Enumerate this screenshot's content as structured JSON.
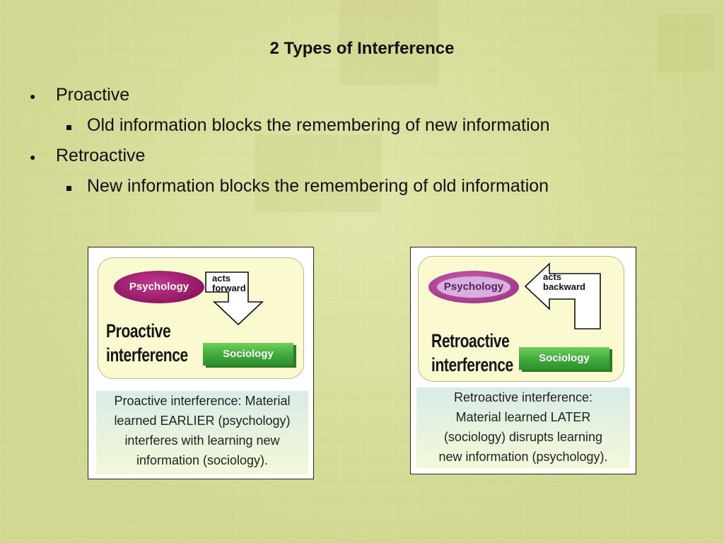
{
  "slide": {
    "title": "2 Types of Interference",
    "bullets": [
      {
        "label": "Proactive",
        "sub": "Old information blocks the remembering of new information"
      },
      {
        "label": "Retroactive",
        "sub": "New information blocks the remembering of old information"
      }
    ]
  },
  "figures": {
    "proactive": {
      "source_label": "Psychology",
      "arrow_label_line1": "acts",
      "arrow_label_line2": "forward",
      "big_label_line1": "Proactive",
      "big_label_line2": "interference",
      "target_label": "Sociology",
      "caption_lines": [
        "Proactive interference: Material",
        "learned EARLIER  (psychology)",
        "interferes with learning new",
        "information (sociology)."
      ]
    },
    "retroactive": {
      "source_label": "Psychology",
      "arrow_label_line1": "acts",
      "arrow_label_line2": "backward",
      "big_label_line1": "Retroactive",
      "big_label_line2": "interference",
      "target_label": "Sociology",
      "caption_lines": [
        "Retroactive interference:",
        "Material learned LATER",
        "(sociology) disrupts learning",
        "new information (psychology)."
      ]
    }
  },
  "colors": {
    "background": "#d6dc98",
    "psychology_oval": "#8f1462",
    "sociology_bar": "#3fa83c"
  },
  "icons": {
    "bullet_level1": "filled-circle",
    "bullet_level2": "filled-square",
    "proactive_arrow": "bent-arrow-down-icon",
    "retroactive_arrow": "bent-arrow-up-icon"
  }
}
